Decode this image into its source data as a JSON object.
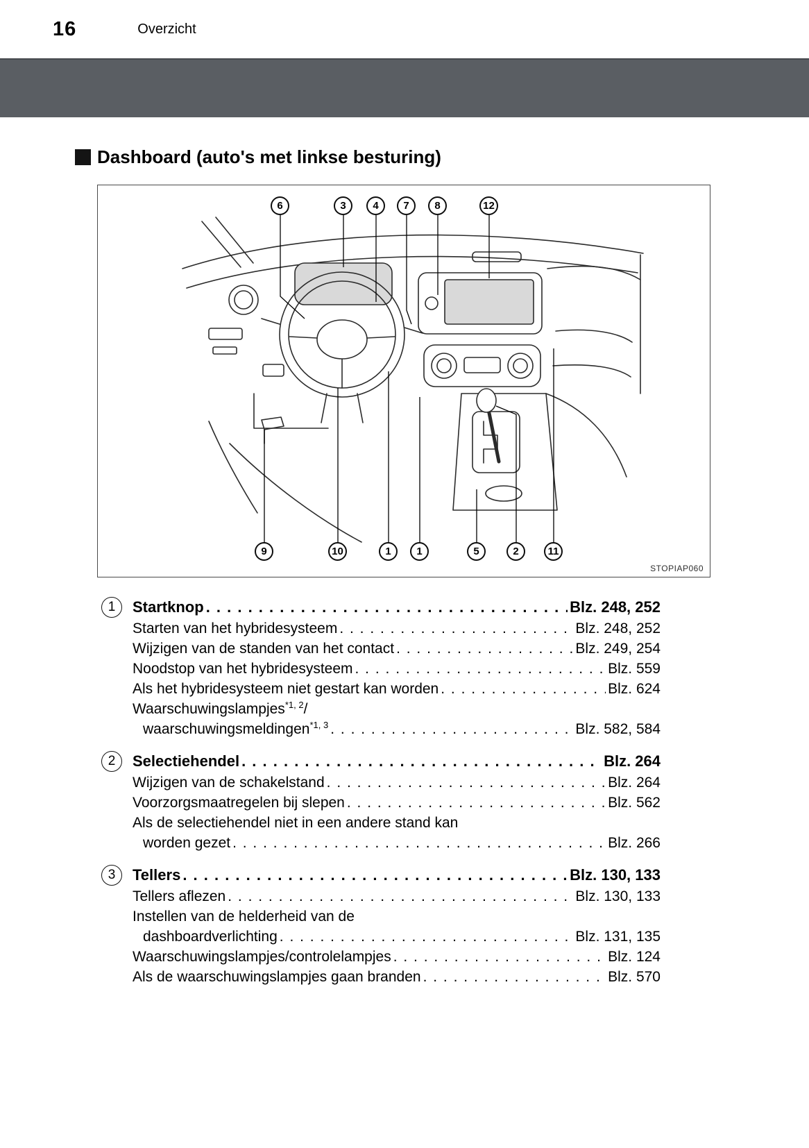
{
  "header": {
    "page_number": "16",
    "chapter": "Overzicht"
  },
  "heading": "Dashboard (auto's met linkse besturing)",
  "colors": {
    "banner": "#5a5e63",
    "diagram_shading": "#d9d9d9"
  },
  "figure": {
    "code": "STOPIAP060",
    "callouts": [
      "6",
      "3",
      "4",
      "7",
      "8",
      "12",
      "9",
      "10",
      "1",
      "1",
      "5",
      "2",
      "11"
    ]
  },
  "index": [
    {
      "num": "1",
      "title": "Startknop",
      "title_page": "Blz. 248, 252",
      "items": [
        {
          "label": "Starten van het hybridesysteem",
          "page": "Blz. 248, 252"
        },
        {
          "label": "Wijzigen van de standen van het contact",
          "page": "Blz. 249, 254"
        },
        {
          "label": "Noodstop van het hybridesysteem",
          "page": "Blz. 559"
        },
        {
          "label": "Als het hybridesysteem niet gestart kan worden",
          "page": "Blz. 624"
        },
        {
          "line1": "Waarschuwingslampjes",
          "line1_sup": "*1, 2",
          "line1_post": "/",
          "line2": "waarschuwingsmeldingen",
          "line2_sup": "*1, 3",
          "page": "Blz. 582, 584"
        }
      ]
    },
    {
      "num": "2",
      "title": "Selectiehendel",
      "title_page": "Blz. 264",
      "items": [
        {
          "label": "Wijzigen van de schakelstand",
          "page": "Blz. 264"
        },
        {
          "label": "Voorzorgsmaatregelen bij slepen",
          "page": "Blz. 562"
        },
        {
          "line1": "Als de selectiehendel niet in een andere stand kan",
          "line2": "worden gezet",
          "page": "Blz. 266"
        }
      ]
    },
    {
      "num": "3",
      "title": "Tellers",
      "title_page": "Blz. 130, 133",
      "items": [
        {
          "label": "Tellers aflezen",
          "page": "Blz. 130, 133"
        },
        {
          "line1": "Instellen van de helderheid van de",
          "line2": "dashboardverlichting",
          "page": "Blz. 131, 135"
        },
        {
          "label": "Waarschuwingslampjes/controlelampjes",
          "page": "Blz. 124"
        },
        {
          "label": "Als de waarschuwingslampjes gaan branden",
          "page": "Blz. 570"
        }
      ]
    }
  ]
}
